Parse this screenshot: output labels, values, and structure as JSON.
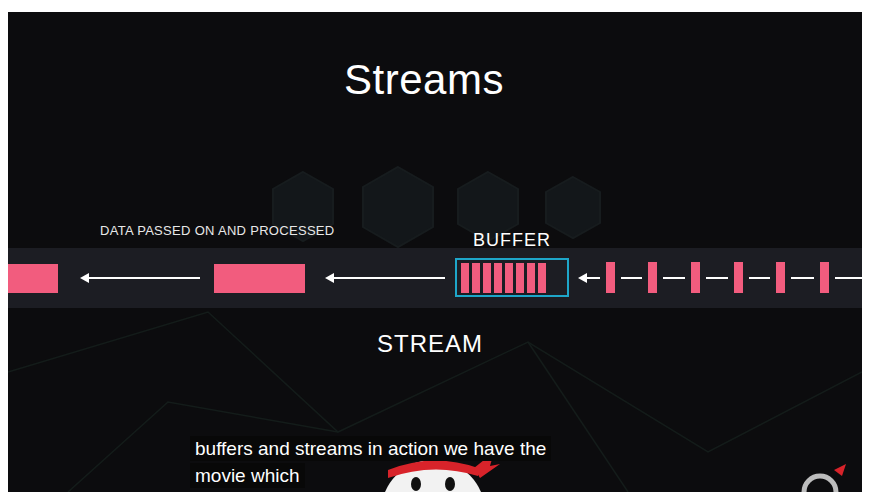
{
  "diagram": {
    "title": "Streams",
    "caption": "buffers and streams in action we have the movie which",
    "nodes": [
      {
        "text": [
          "STREAM"
        ]
      },
      {
        "text": [
          "BUFFER"
        ],
        "in": 0
      }
    ],
    "labels": [
      "DATA PASSED ON AND PROCESSED"
    ]
  }
}
